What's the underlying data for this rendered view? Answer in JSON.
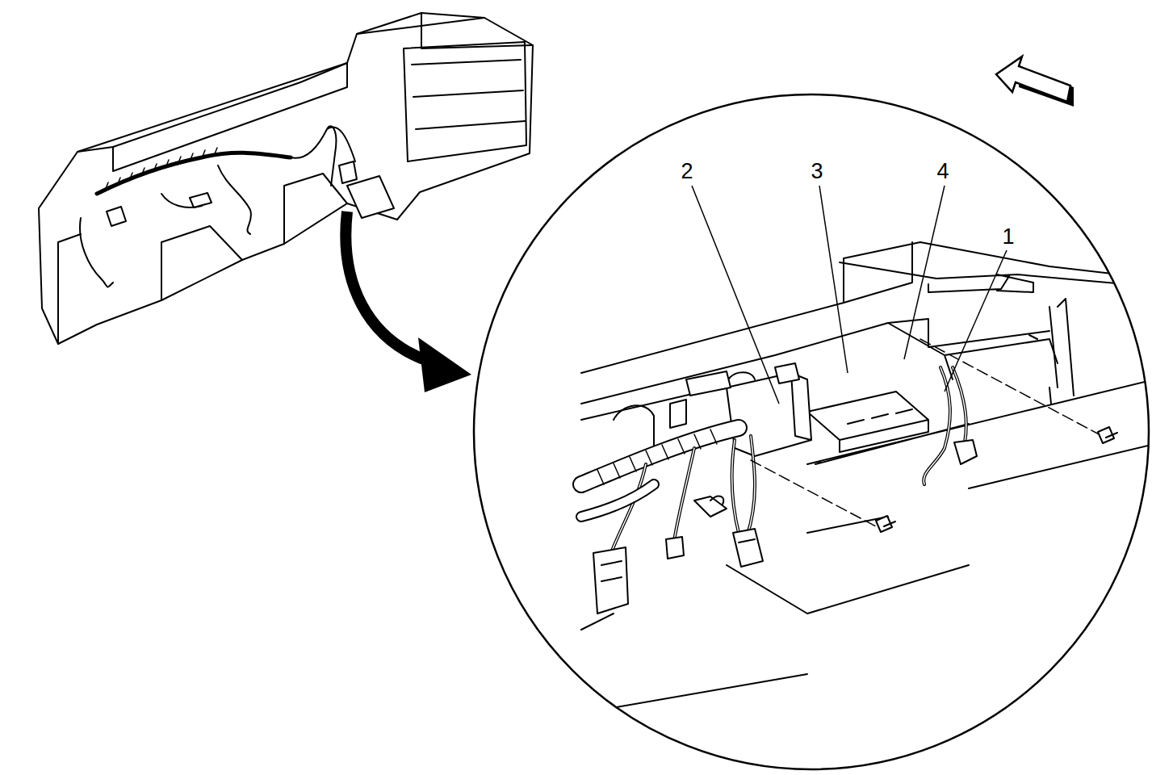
{
  "diagram": {
    "labels": [
      "2",
      "3",
      "4",
      "1"
    ]
  }
}
